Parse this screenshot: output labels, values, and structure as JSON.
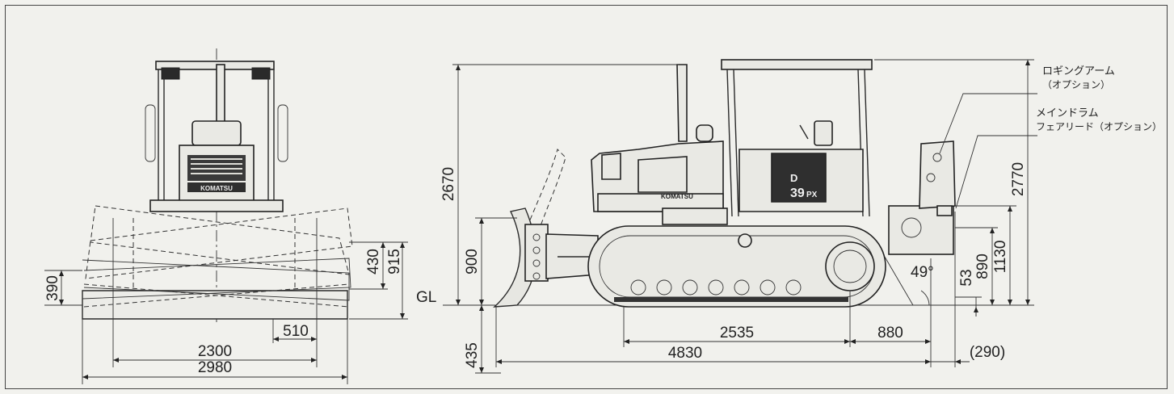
{
  "front_view": {
    "brand": "KOMATSU",
    "dims": {
      "blade_height": "430",
      "height_915": "915",
      "lift_390": "390",
      "offset_510": "510",
      "track_gauge": "2300",
      "overall_width": "2980"
    }
  },
  "side_view": {
    "brand": "KOMATSU",
    "model_letter": "D",
    "model_number": "39",
    "model_suffix": "PX",
    "ground_label": "GL",
    "dims": {
      "overall_height_2670": "2670",
      "blade_lift_900": "900",
      "blade_depth_435": "435",
      "track_length": "2535",
      "rear_880": "880",
      "overall_length": "4830",
      "option_290": "(290)",
      "overall_height_2770": "2770",
      "height_1130": "1130",
      "height_890": "890",
      "height_53": "53",
      "angle": "49°"
    }
  },
  "annotations": {
    "logging_arm": "ロギングアーム",
    "logging_arm_option": "（オプション）",
    "main_drum": "メインドラム",
    "fairlead_option": "フェアリード（オプション）"
  }
}
